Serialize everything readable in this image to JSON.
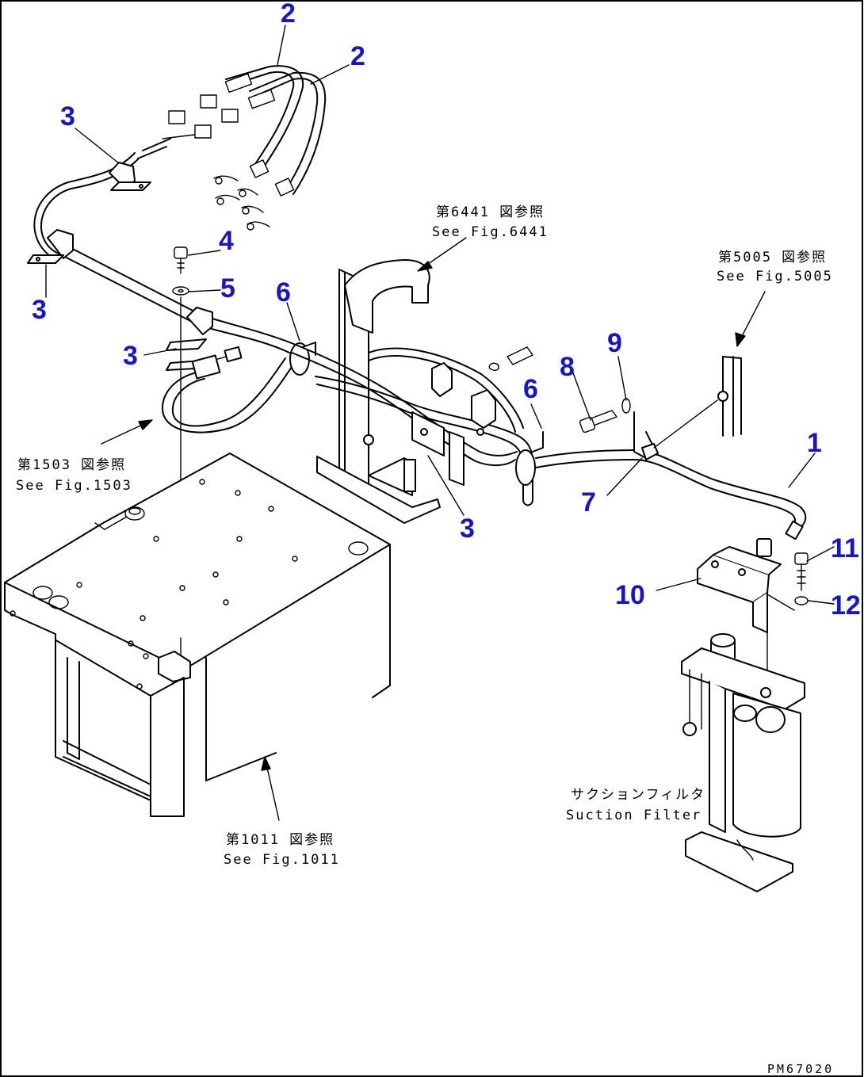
{
  "drawing_code": "PM67020",
  "callouts": {
    "c1": "1",
    "c2a": "2",
    "c2b": "2",
    "c3a": "3",
    "c3b": "3",
    "c3c": "3",
    "c3d": "3",
    "c4": "4",
    "c5": "5",
    "c6a": "6",
    "c6b": "6",
    "c7": "7",
    "c8": "8",
    "c9": "9",
    "c10": "10",
    "c11": "11",
    "c12": "12"
  },
  "references": {
    "fig6441_jp": "第6441 図参照",
    "fig6441_en": "See Fig.6441",
    "fig5005_jp": "第5005 図参照",
    "fig5005_en": "See Fig.5005",
    "fig1503_jp": "第1503 図参照",
    "fig1503_en": "See Fig.1503",
    "fig1011_jp": "第1011 図参照",
    "fig1011_en": "See Fig.1011",
    "suction_jp": "サクションフィルタ",
    "suction_en": "Suction Filter"
  }
}
